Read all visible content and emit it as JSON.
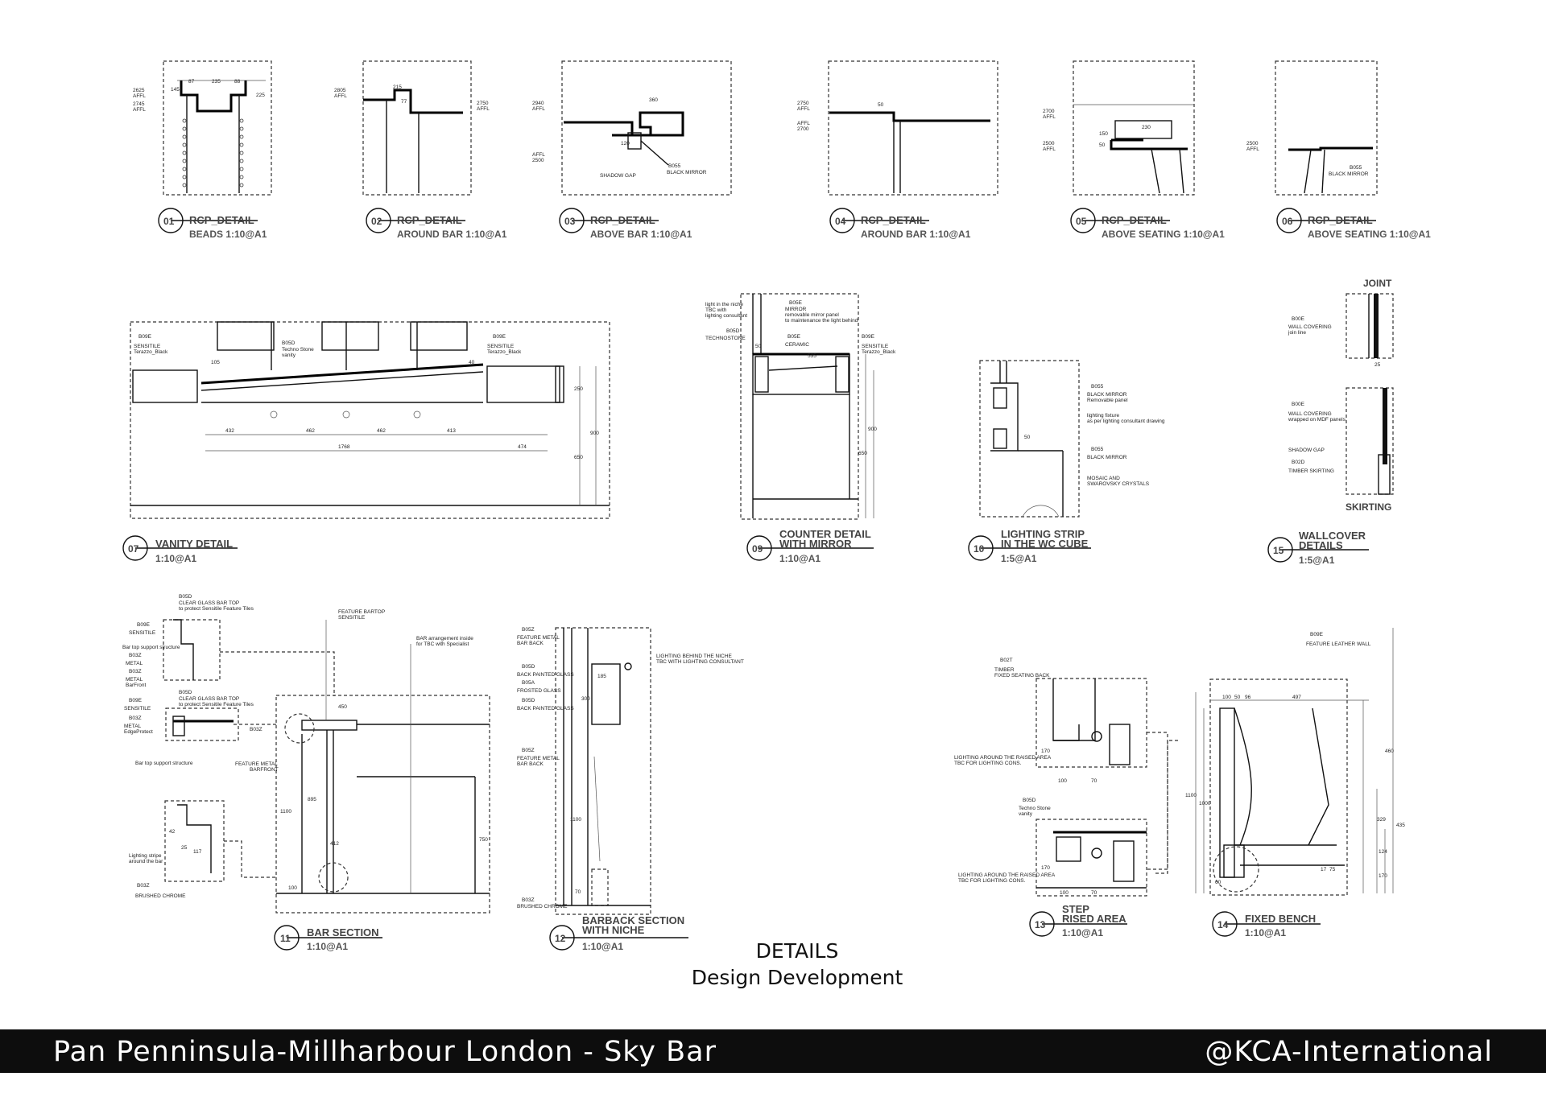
{
  "sheet": {
    "title": "DETAILS",
    "subtitle": "Design Development",
    "project": "Pan Penninsula-Millharbour London - Sky Bar",
    "company": "@KCA-International"
  },
  "details": [
    {
      "num": "01",
      "title": "RCP_DETAIL",
      "sub": "BEADS 1:10@A1"
    },
    {
      "num": "02",
      "title": "RCP_DETAIL",
      "sub": "AROUND BAR 1:10@A1"
    },
    {
      "num": "03",
      "title": "RCP_DETAIL",
      "sub": "ABOVE BAR 1:10@A1"
    },
    {
      "num": "04",
      "title": "RCP_DETAIL",
      "sub": "AROUND BAR 1:10@A1"
    },
    {
      "num": "05",
      "title": "RCP_DETAIL",
      "sub": "ABOVE SEATING 1:10@A1"
    },
    {
      "num": "06",
      "title": "RCP_DETAIL",
      "sub": "ABOVE SEATING 1:10@A1"
    },
    {
      "num": "07",
      "title": "VANITY DETAIL",
      "sub": "1:10@A1"
    },
    {
      "num": "09",
      "title": "COUNTER DETAIL",
      "title2": "WITH MIRROR",
      "sub": "1:10@A1"
    },
    {
      "num": "10",
      "title": "LIGHTING STRIP",
      "title2": "IN THE WC CUBE",
      "sub": "1:5@A1"
    },
    {
      "num": "15",
      "title": "WALLCOVER",
      "title2": "DETAILS",
      "sub": "1:5@A1"
    },
    {
      "num": "11",
      "title": "BAR SECTION",
      "sub": "1:10@A1"
    },
    {
      "num": "12",
      "title": "BARBACK SECTION",
      "title2": "WITH NICHE",
      "sub": "1:10@A1"
    },
    {
      "num": "13",
      "title": "STEP",
      "title2": "RISED AREA",
      "sub": "1:10@A1"
    },
    {
      "num": "14",
      "title": "FIXED BENCH",
      "sub": "1:10@A1"
    }
  ],
  "notes": {
    "d01": {
      "a": "2625",
      "b": "AFFL",
      "c": "2745",
      "d": "AFFL",
      "e": "87",
      "f": "235",
      "g": "88",
      "h": "145",
      "i": "225"
    },
    "d02": {
      "a": "2805",
      "b": "AFFL",
      "c": "2750",
      "d": "AFFL",
      "e": "215",
      "f": "77"
    },
    "d03": {
      "a": "2940",
      "b": "AFFL",
      "c": "AFFL",
      "d": "2500",
      "e": "360",
      "f": "120",
      "g": "B055",
      "h": "BLACK MIRROR",
      "i": "SHADOW GAP"
    },
    "d04": {
      "a": "2750",
      "b": "AFFL",
      "c": "AFFL",
      "d": "2700",
      "e": "50"
    },
    "d05": {
      "a": "2700",
      "b": "AFFL",
      "c": "2500",
      "d": "AFFL",
      "e": "230",
      "f": "150",
      "g": "50"
    },
    "d06": {
      "a": "2500",
      "b": "AFFL",
      "c": "B055",
      "d": "BLACK MIRROR"
    },
    "d07": {
      "a": "B09E",
      "b": "SENSITILE",
      "c": "Terazzo_Black",
      "d": "B05D",
      "e": "Techno Stone",
      "f": "vanity",
      "g": "B09E",
      "h": "SENSITILE",
      "i": "Terazzo_Black",
      "dims": [
        "432",
        "462",
        "462",
        "413",
        "1768",
        "474",
        "250",
        "900",
        "650",
        "105",
        "40"
      ]
    },
    "d09": {
      "a": "light in the niche",
      "b": "TBC with",
      "c": "lighting consultant",
      "d": "B05E",
      "e": "MIRROR",
      "f": "removable mirror panel",
      "g": "to maintenance the light behind",
      "h": "B05D",
      "i": "TECHNOSTONE",
      "j": "B05E",
      "k": "CERAMIC",
      "l": "B09E",
      "m": "SENSITILE",
      "n": "Terazzo_Black",
      "o": "535",
      "p": "50",
      "q": "900",
      "r": "650"
    },
    "d10": {
      "a": "B055",
      "b": "BLACK MIRROR",
      "c": "Removable panel",
      "d": "lighting fixture",
      "e": "as per lighting consultant drawing",
      "f": "B055",
      "g": "BLACK MIRROR",
      "h": "MOSAIC AND",
      "i": "SWAROVSKY CRYSTALS",
      "j": "50"
    },
    "d15": {
      "a": "JOINT",
      "b": "B00E",
      "c": "WALL COVERING",
      "d": "join line",
      "e": "B00E",
      "f": "WALL COVERING",
      "g": "wrapped on MDF panels",
      "h": "SHADOW GAP",
      "i": "B02D",
      "j": "TIMBER SKIRTING",
      "k": "SKIRTING",
      "l": "25"
    },
    "d11": {
      "a": "B05D",
      "b": "CLEAR GLASS BAR TOP",
      "c": "to protect Sensitile Feature Tiles",
      "d": "B09E",
      "e": "SENSITILE",
      "f": "Bar top support structure",
      "g": "B03Z",
      "h": "METAL",
      "i": "B03Z",
      "j": "METAL",
      "k": "BarFront",
      "l": "B05D",
      "m": "CLEAR GLASS BAR TOP",
      "n": "to protect Sensitile Feature Tiles",
      "o": "B09E",
      "p": "SENSITILE",
      "q": "B03Z",
      "r": "METAL",
      "s": "EdgeProtect",
      "t": "Bar top support structure",
      "u": "FEATURE BARTOP",
      "v": "SENSITILE",
      "w": "BAR arrangement inside",
      "x": "for TBC with Specialist",
      "y": "B03Z",
      "z": "FEATURE METAL",
      "aa": "BARFRONT",
      "ab": "Lighting stripe",
      "ac": "around the bar",
      "ad": "B03Z",
      "ae": "BRUSHED CHROME",
      "dims": [
        "450",
        "1100",
        "895",
        "412",
        "100",
        "750",
        "42",
        "25",
        "117"
      ]
    },
    "d12": {
      "a": "B05Z",
      "b": "FEATURE METAL",
      "c": "BAR BACK",
      "d": "B05D",
      "e": "BACK PAINTED GLASS",
      "f": "B05A",
      "g": "FROSTED GLASS",
      "h": "B05D",
      "i": "BACK PAINTED GLASS",
      "j": "B05Z",
      "k": "FEATURE METAL",
      "l": "BAR BACK",
      "m": "LIGHTING BEHIND THE NICHE",
      "n": "TBC WITH LIGHTING CONSULTANT",
      "o": "B03Z",
      "p": "BRUSHED CHROME",
      "q": "185",
      "r": "300",
      "s": "1100",
      "t": "70"
    },
    "d13": {
      "a": "B02T",
      "b": "TIMBER",
      "c": "FIXED SEATING BACK",
      "d": "LIGHTING AROUND THE RAISED AREA",
      "e": "TBC FOR LIGHTING CONS.",
      "f": "B05D",
      "g": "Techno Stone",
      "h": "vanity",
      "i": "LIGHTING AROUND THE RAISED AREA",
      "j": "TBC FOR LIGHTING CONS.",
      "k": "100",
      "l": "70",
      "m": "100",
      "n": "70",
      "o": "170",
      "p": "170"
    },
    "d14": {
      "a": "B09E",
      "b": "FEATURE LEATHER WALL",
      "dims": [
        "100",
        "50",
        "96",
        "497",
        "460",
        "1100",
        "1000",
        "435",
        "329",
        "124",
        "170",
        "17",
        "75",
        "60"
      ]
    }
  }
}
